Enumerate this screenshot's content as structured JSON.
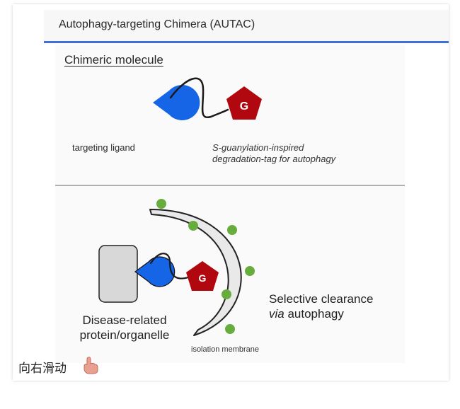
{
  "header": {
    "title": "Autophagy-targeting Chimera (AUTAC)"
  },
  "top_panel": {
    "section_title": "Chimeric molecule",
    "tag_letter": "G",
    "ligand_label": "targeting ligand",
    "tag_label_line1": "S-guanylation-inspired",
    "tag_label_line2": "degradation-tag for autophagy"
  },
  "bottom_panel": {
    "tag_letter": "G",
    "target_label_line1": "Disease-related",
    "target_label_line2": "protein/organelle",
    "clearance_line1": "Selective clearance",
    "clearance_line2_italic": "via",
    "clearance_line2_rest": " autophagy",
    "membrane_label": "isolation membrane"
  },
  "footer": {
    "swipe_text": "向右滑动",
    "swipe_icon": "pointing-hand-icon"
  },
  "colors": {
    "accent_blue": "#3f6fd8",
    "ligand_blue": "#1565e6",
    "tag_red": "#b0080e",
    "membrane_gray": "#e9e9e9",
    "dot_green": "#67ad3e",
    "protein_gray": "#d8d8d8"
  }
}
